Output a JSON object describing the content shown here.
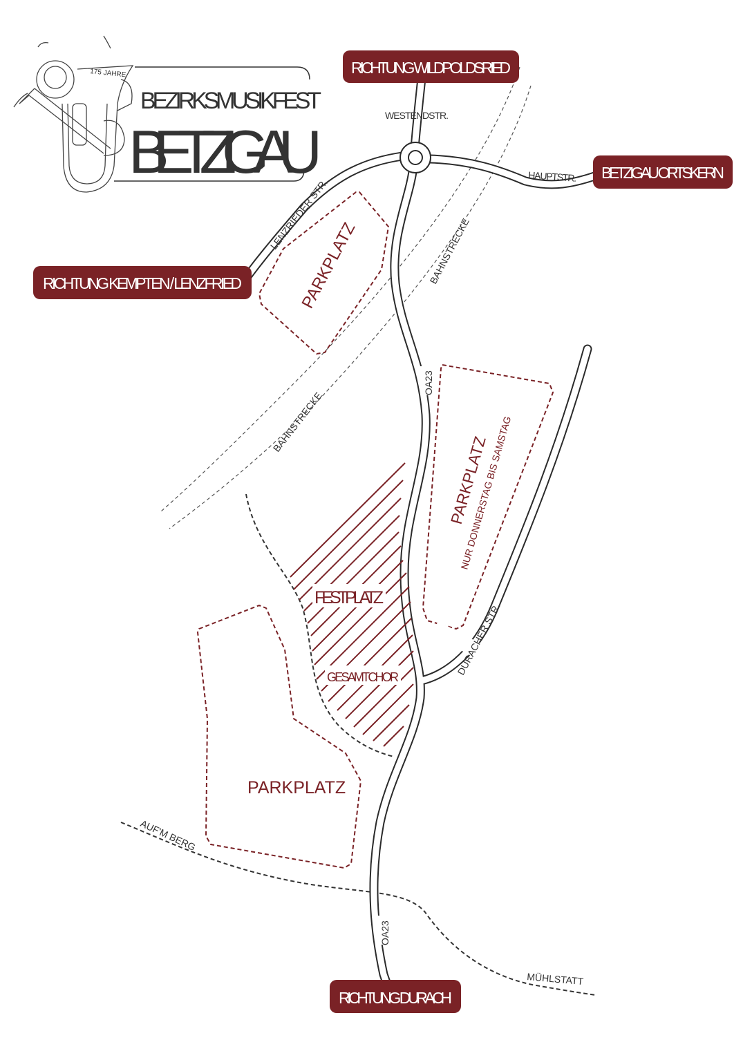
{
  "logo": {
    "anniversary": "175 JAHRE",
    "title_top": "BEZIRKSMUSIKFEST",
    "title_main": "BETZIGAU"
  },
  "directions": {
    "north": "RICHTUNG WILDPOLDSRIED",
    "east": "BETZIGAU ORTSKERN",
    "west": "RICHTUNG KEMPTEN / LENZFRIED",
    "south": "RICHTUNG DURACH"
  },
  "streets": {
    "westend": "WESTENDSTR.",
    "haupt": "HAUPTSTR.",
    "lenzrieder": "LENZRIEDER STR.",
    "bahn1": "BAHNSTRECKE",
    "bahn2": "BAHNSTRECKE",
    "oa23_north": "OA23",
    "oa23_south": "OA23",
    "duracher": "DURACHER STR.",
    "aufm_berg": "AUF'M BERG",
    "muehlstatt": "MÜHLSTATT"
  },
  "areas": {
    "parkplatz_north": "PARKPLATZ",
    "parkplatz_east": "PARKPLATZ",
    "parkplatz_east_note": "NUR DONNERSTAG BIS SAMSTAG",
    "festplatz": "FESTPLATZ",
    "gesamtchor": "GESAMTCHOR",
    "parkplatz_south": "PARKPLATZ"
  },
  "colors": {
    "accent": "#7a2226",
    "road": "#2b2b2b"
  }
}
